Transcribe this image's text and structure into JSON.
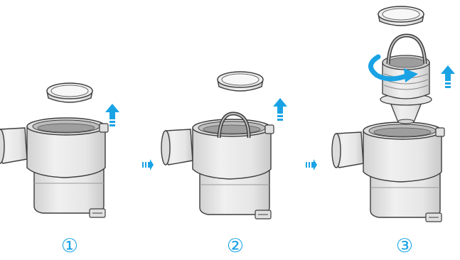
{
  "steps": [
    {
      "label": "①",
      "parts": [
        "cap",
        "housing"
      ],
      "action": "lift-cap"
    },
    {
      "label": "②",
      "parts": [
        "cap",
        "housing",
        "basket-handle"
      ],
      "action": "lift-cap"
    },
    {
      "label": "③",
      "parts": [
        "cap",
        "filter-basket",
        "housing"
      ],
      "action": "twist-and-lift-basket"
    }
  ],
  "colors": {
    "arrow": "#1aa3e4",
    "outline": "#3d3d3d",
    "body_fill": "#e9e9e9",
    "shade": "#d6d6d6",
    "label": "#1aa3e4"
  },
  "icons": [
    "up-arrow-icon",
    "next-step-arrow-icon",
    "rotate-arrow-icon"
  ]
}
